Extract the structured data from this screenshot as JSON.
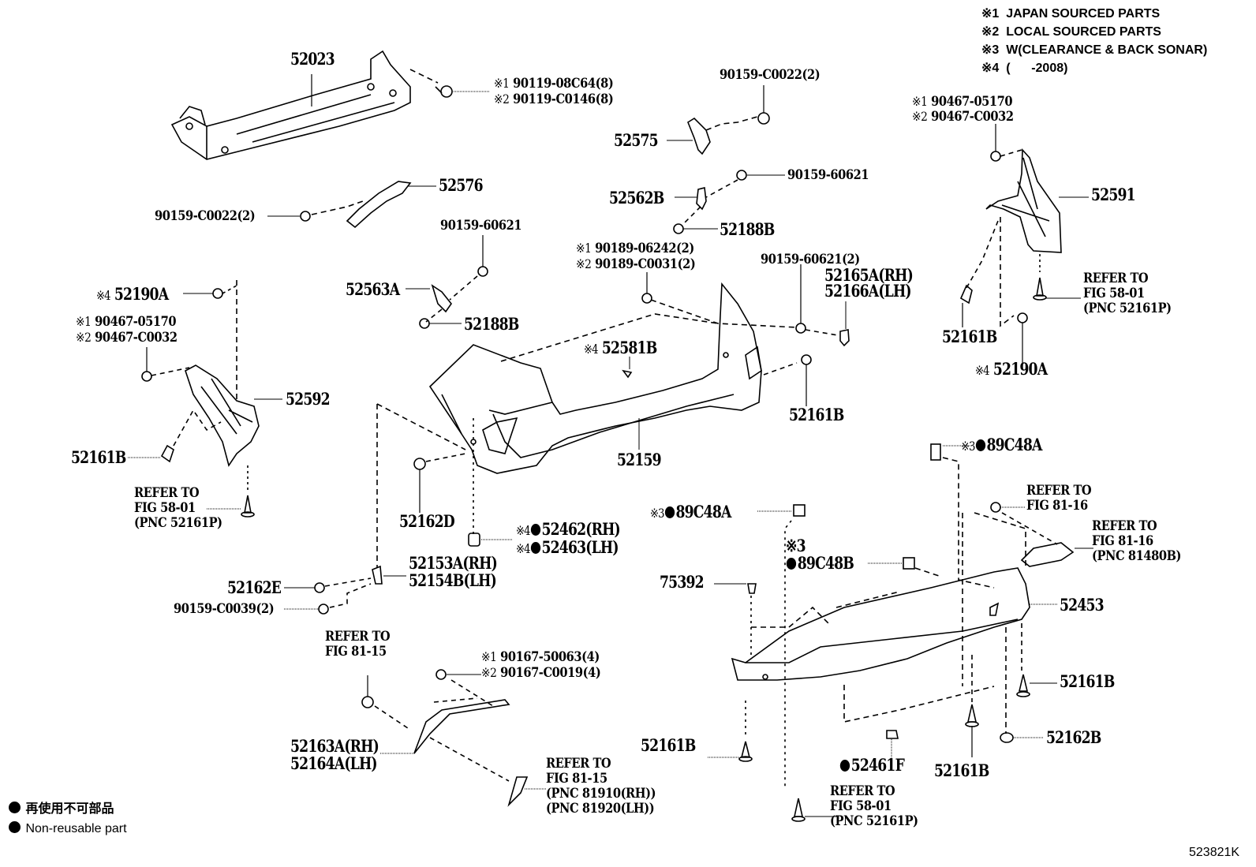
{
  "notes": {
    "items": [
      {
        "mark": "※1",
        "text": "JAPAN SOURCED PARTS"
      },
      {
        "mark": "※2",
        "text": "LOCAL SOURCED PARTS"
      },
      {
        "mark": "※3",
        "text": "W(CLEARANCE & BACK SONAR)"
      },
      {
        "mark": "※4",
        "text": "(      -2008)"
      }
    ]
  },
  "legend": {
    "non_reusable_jp": "再使用不可部品",
    "non_reusable_en": "Non-reusable part"
  },
  "figure_id": "523821K",
  "labels": {
    "p52023": "52023",
    "p90119_a": "90119-08C64(8)",
    "p90119_b": "90119-C0146(8)",
    "p90159_c0022_top": "90159-C0022(2)",
    "p52575": "52575",
    "p52576": "52576",
    "p90159_c0022_left": "90159-C0022(2)",
    "p52562b": "52562B",
    "p90159_60621_a": "90159-60621",
    "p52188b_a": "52188B",
    "p90159_60621_b": "90159-60621",
    "p52563a": "52563A",
    "p52188b_b": "52188B",
    "p90189_a": "90189-06242(2)",
    "p90189_b": "90189-C0031(2)",
    "p90159_60621_2": "90159-60621(2)",
    "p52165a": "52165A(RH)",
    "p52166a": "52166A(LH)",
    "p90467_r_a": "90467-05170",
    "p90467_r_b": "90467-C0032",
    "p52591": "52591",
    "refer_to": "REFER TO",
    "fig_58_01": "FIG 58-01",
    "pnc_52161p": "(PNC 52161P)",
    "p52161b": "52161B",
    "p52190a": "52190A",
    "p90467_l_a": "90467-05170",
    "p90467_l_b": "90467-C0032",
    "p52592": "52592",
    "p52581b": "52581B",
    "p52159": "52159",
    "p52162d": "52162D",
    "p52462": "52462(RH)",
    "p52463": "52463(LH)",
    "p52153a": "52153A(RH)",
    "p52154b": "52154B(LH)",
    "p52162e": "52162E",
    "p90159_c0039": "90159-C0039(2)",
    "fig_81_15": "FIG 81-15",
    "p90167_a": "90167-50063(4)",
    "p90167_b": "90167-C0019(4)",
    "p52163a": "52163A(RH)",
    "p52164a": "52164A(LH)",
    "pnc_81910": "(PNC 81910(RH))",
    "pnc_81920": "(PNC 81920(LH))",
    "p89c48a": "89C48A",
    "p89c48b": "89C48B",
    "fig_81_16": "FIG 81-16",
    "pnc_81480b": "(PNC 81480B)",
    "p75392": "75392",
    "p52453": "52453",
    "p52162b": "52162B",
    "p52461f": "52461F",
    "mark1": "※1",
    "mark2": "※2",
    "mark3": "※3",
    "mark4": "※4"
  }
}
